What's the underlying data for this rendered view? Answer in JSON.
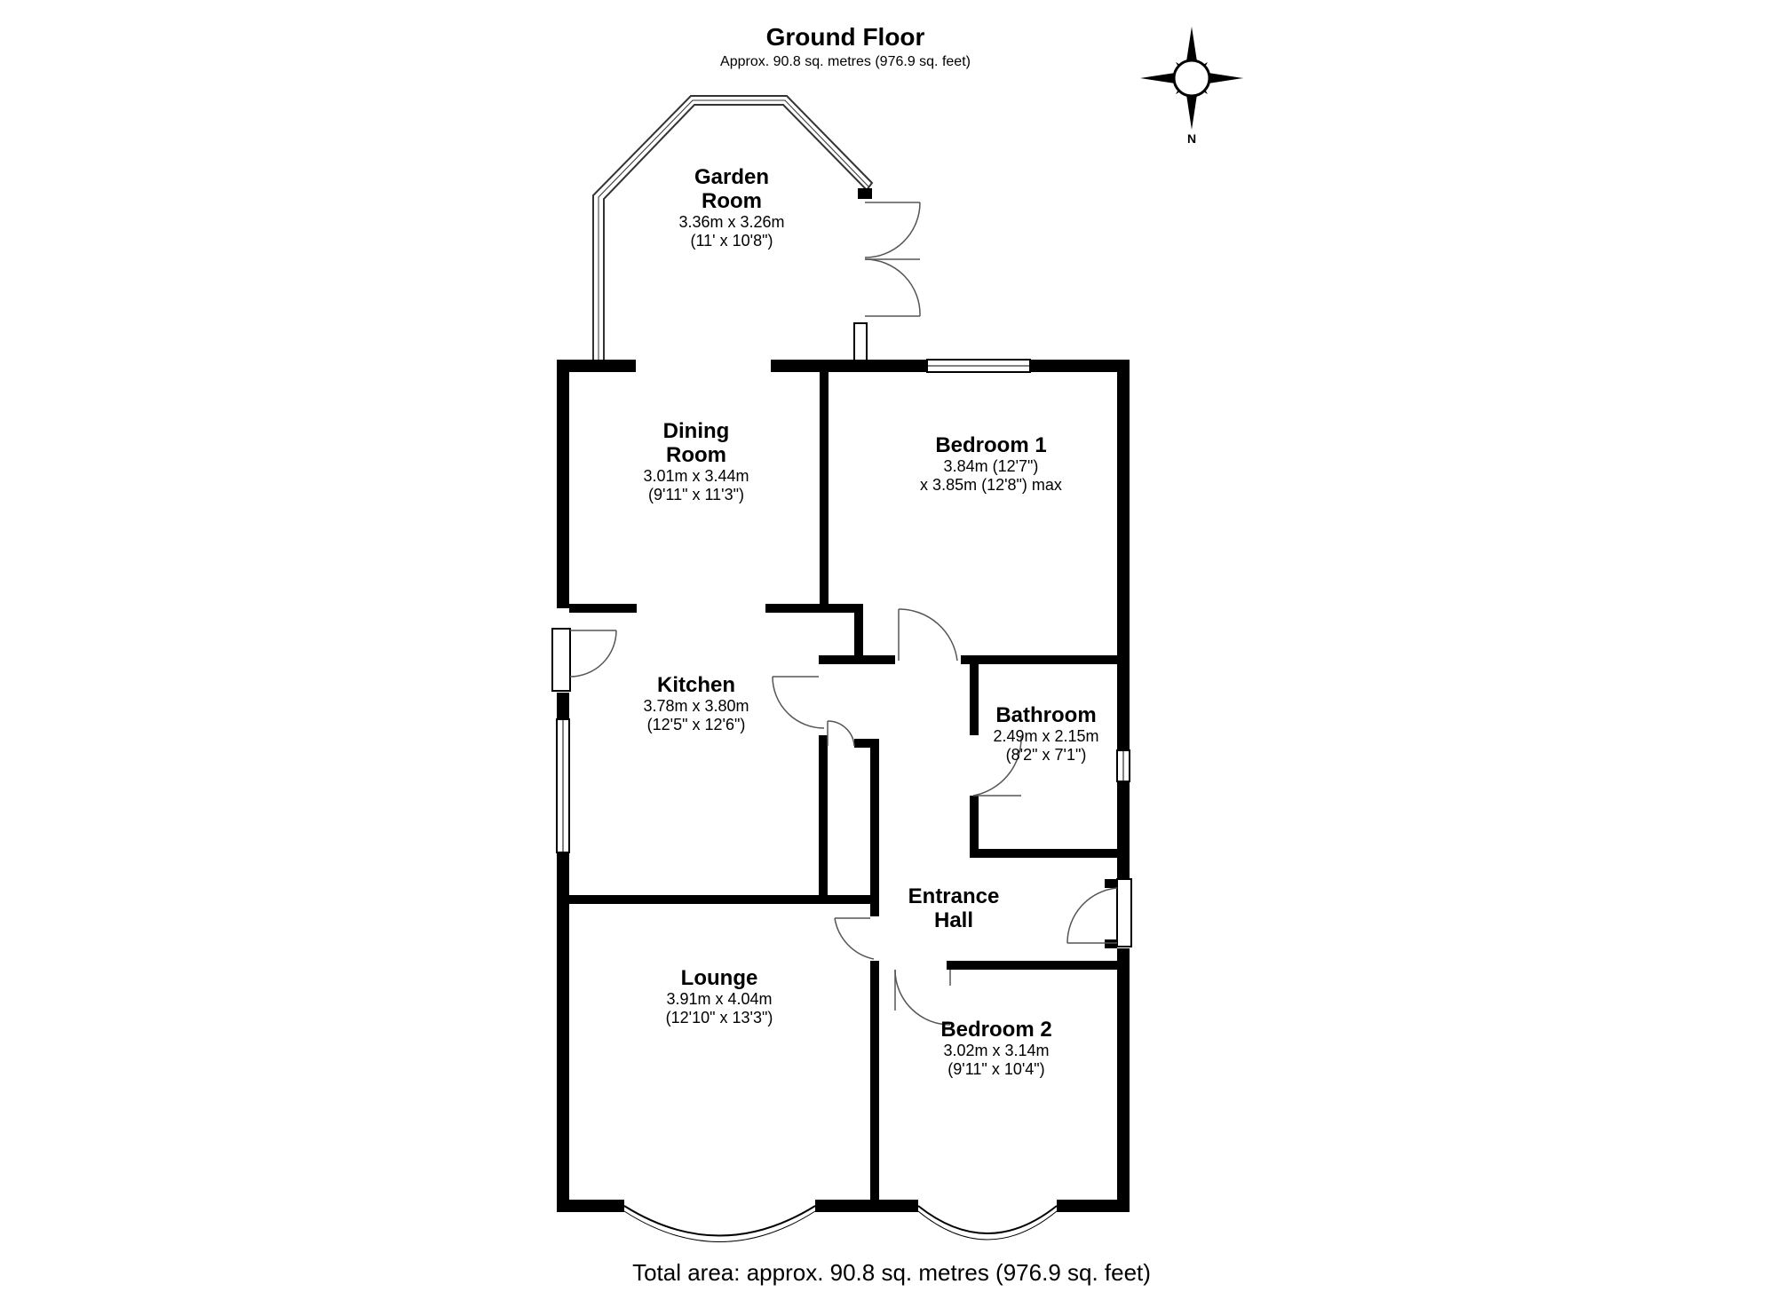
{
  "header": {
    "title": "Ground Floor",
    "subtitle": "Approx. 90.8 sq. metres (976.9 sq. feet)"
  },
  "compass": {
    "north_label": "N"
  },
  "rooms": [
    {
      "id": "garden-room",
      "name_lines": [
        "Garden",
        "Room"
      ],
      "dims": [
        "3.36m x 3.26m",
        "(11' x 10'8\")"
      ]
    },
    {
      "id": "dining-room",
      "name_lines": [
        "Dining",
        "Room"
      ],
      "dims": [
        "3.01m x 3.44m",
        "(9'11\" x 11'3\")"
      ]
    },
    {
      "id": "bedroom-1",
      "name_lines": [
        "Bedroom 1"
      ],
      "dims": [
        "3.84m (12'7\")",
        "x 3.85m (12'8\") max"
      ]
    },
    {
      "id": "kitchen",
      "name_lines": [
        "Kitchen"
      ],
      "dims": [
        "3.78m x 3.80m",
        "(12'5\" x 12'6\")"
      ]
    },
    {
      "id": "bathroom",
      "name_lines": [
        "Bathroom"
      ],
      "dims": [
        "2.49m x 2.15m",
        "(8'2\" x 7'1\")"
      ]
    },
    {
      "id": "entrance-hall",
      "name_lines": [
        "Entrance",
        "Hall"
      ],
      "dims": []
    },
    {
      "id": "lounge",
      "name_lines": [
        "Lounge"
      ],
      "dims": [
        "3.91m x 4.04m",
        "(12'10\" x 13'3\")"
      ]
    },
    {
      "id": "bedroom-2",
      "name_lines": [
        "Bedroom 2"
      ],
      "dims": [
        "3.02m x 3.14m",
        "(9'11\" x 10'4\")"
      ]
    }
  ],
  "footer": {
    "total_area": "Total area: approx. 90.8 sq. metres (976.9 sq. feet)"
  },
  "colors": {
    "wall": "#000000",
    "background": "#ffffff",
    "window_line": "#333333"
  }
}
